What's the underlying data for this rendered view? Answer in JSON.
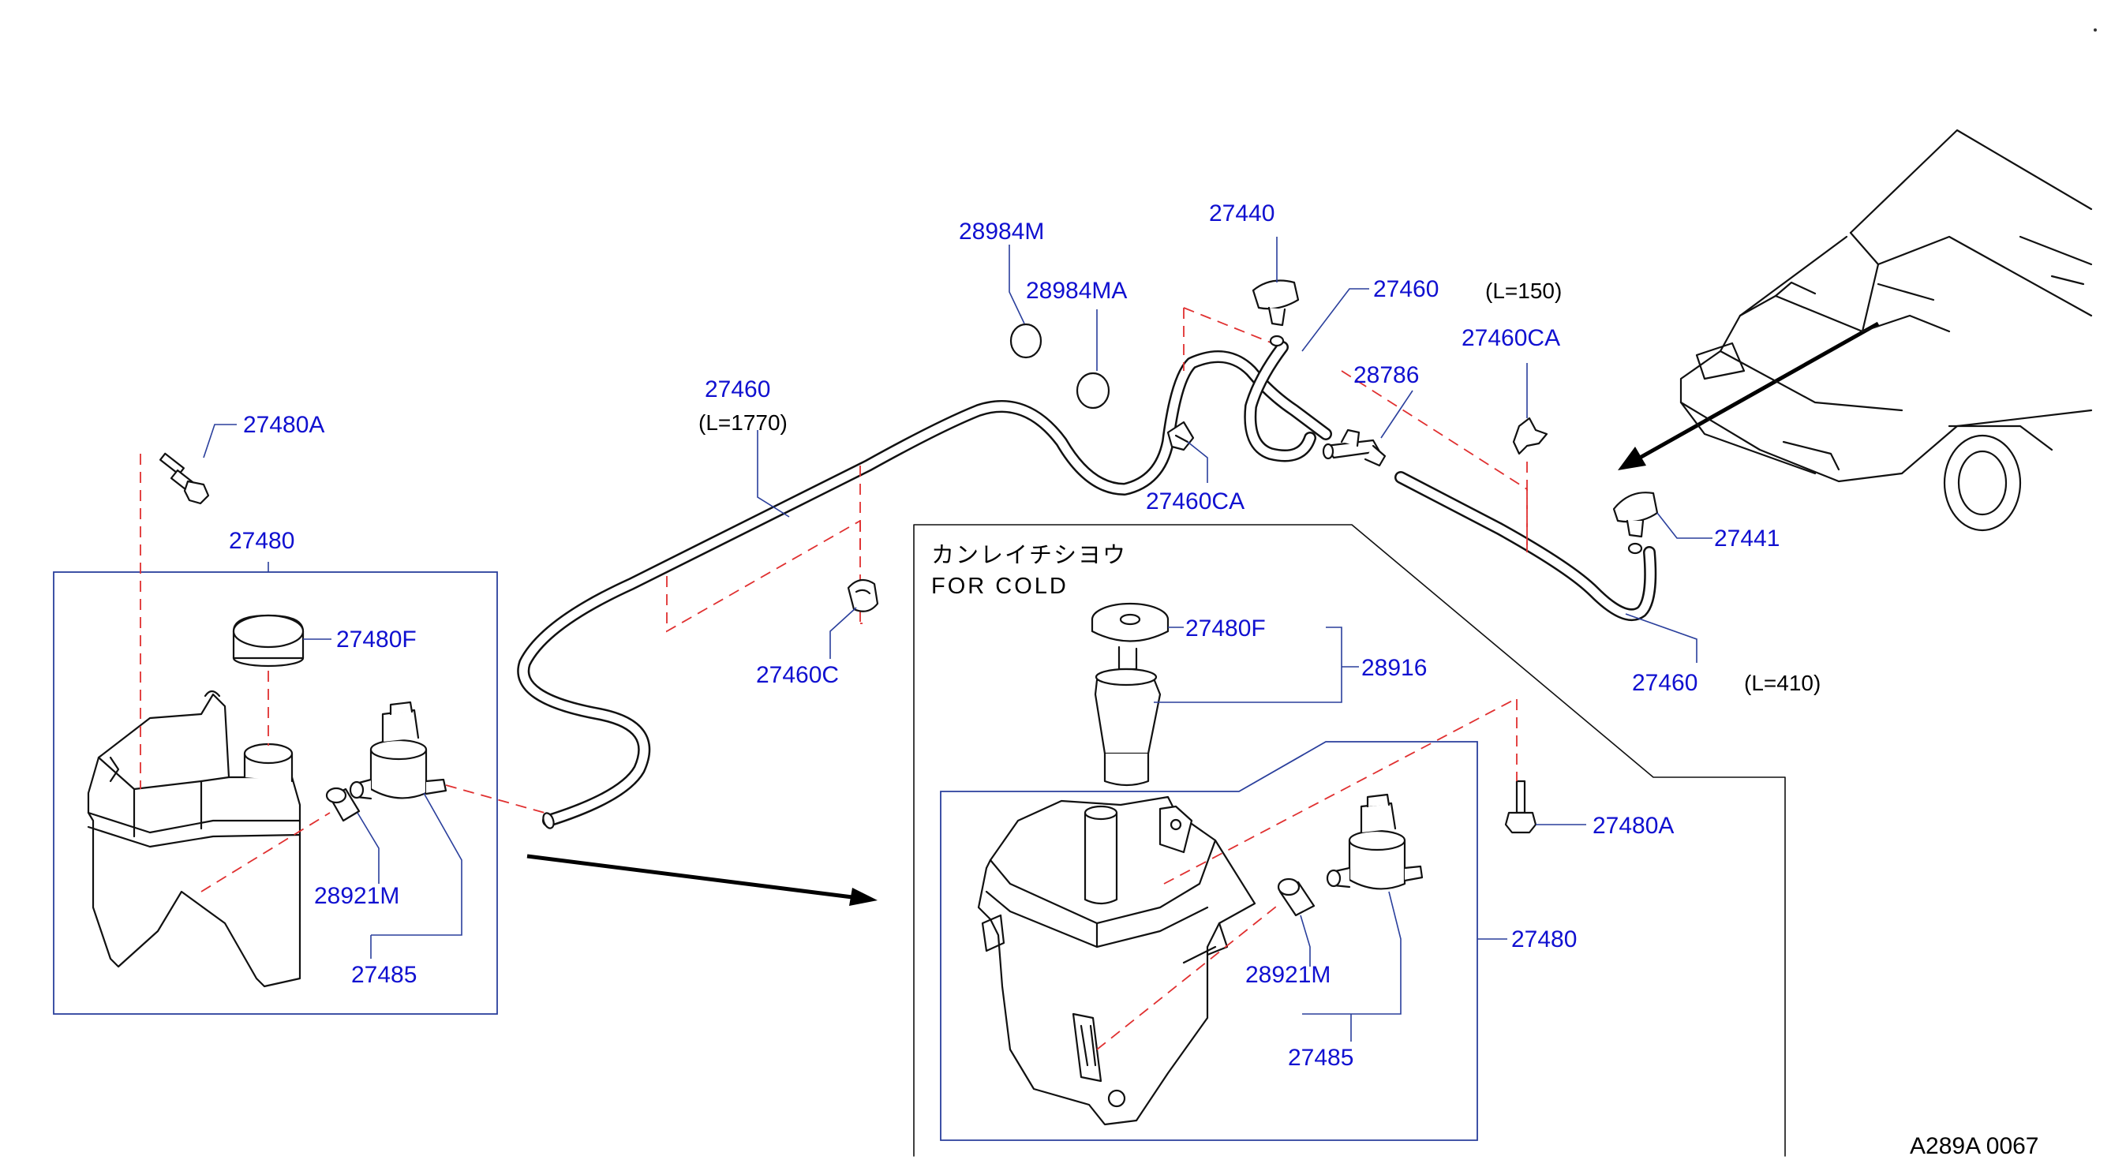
{
  "diagram": {
    "labels": {
      "p27480A_left": "27480A",
      "p27480_left": "27480",
      "p27480F_left": "27480F",
      "p28921M_left": "28921M",
      "p27485_left": "27485",
      "p27460_main": "27460",
      "p27460_main_len": "(L=1770)",
      "p27460C": "27460C",
      "p28984M": "28984M",
      "p28984MA": "28984MA",
      "p27460CA_mid": "27460CA",
      "p27440": "27440",
      "p27460_upper": "27460",
      "p27460_upper_len": "(L=150)",
      "p28786": "28786",
      "p27460CA_right": "27460CA",
      "p27441": "27441",
      "p27460_right": "27460",
      "p27460_right_len": "(L=410)",
      "cold_jp": "カンレイチシヨウ",
      "cold_en": "FOR COLD",
      "p27480F_right": "27480F",
      "p28916": "28916",
      "p27480A_right": "27480A",
      "p27480_right": "27480",
      "p28921M_right": "28921M",
      "p27485_right": "27485",
      "drawing_code": "A289A 0067"
    },
    "colors": {
      "label": "#1010d0",
      "leader": "#2a3f9c",
      "dash": "#e03030",
      "ink": "#111111"
    }
  }
}
